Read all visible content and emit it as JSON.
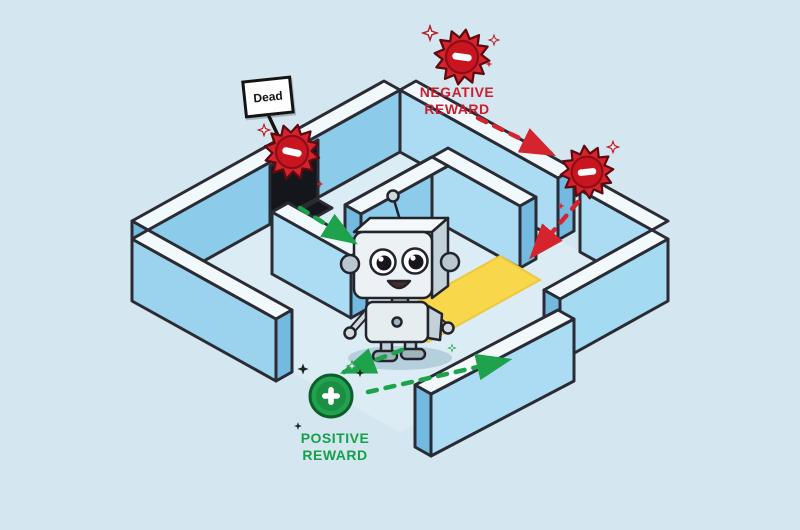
{
  "illustration": {
    "description_name": "robot-maze-reinforcement-learning-illustration",
    "background_color": "#d4e7f0",
    "labels": {
      "negative_reward": {
        "line1": "NEGATIVE",
        "line2": "REWARD",
        "color": "#cc1f2d"
      },
      "positive_reward": {
        "line1": "POSITIVE",
        "line2": "REWARD",
        "color": "#17a04a"
      },
      "dead_sign": {
        "text": "Dead"
      }
    },
    "icons": {
      "negative_badges": [
        {
          "name": "negative-gear-top-icon",
          "symbol": "minus"
        },
        {
          "name": "negative-gear-right-icon",
          "symbol": "minus"
        },
        {
          "name": "negative-gear-door-icon",
          "symbol": "minus"
        }
      ],
      "positive_badge": {
        "name": "positive-badge-icon",
        "symbol": "plus"
      },
      "sparkles": "four-point-star"
    },
    "colors": {
      "wall_face_se": "#8ccbea",
      "wall_face_sw": "#abdcf4",
      "wall_face_light": "#a5daf3",
      "wall_top": "#f1f9fd",
      "wall_cap": "#74b9e0",
      "outline": "#2a2b33",
      "path_highlight": "#f8d84a",
      "negative_red": "#d6242e",
      "positive_green": "#1ea24c",
      "doorway_black": "#14161b"
    }
  }
}
